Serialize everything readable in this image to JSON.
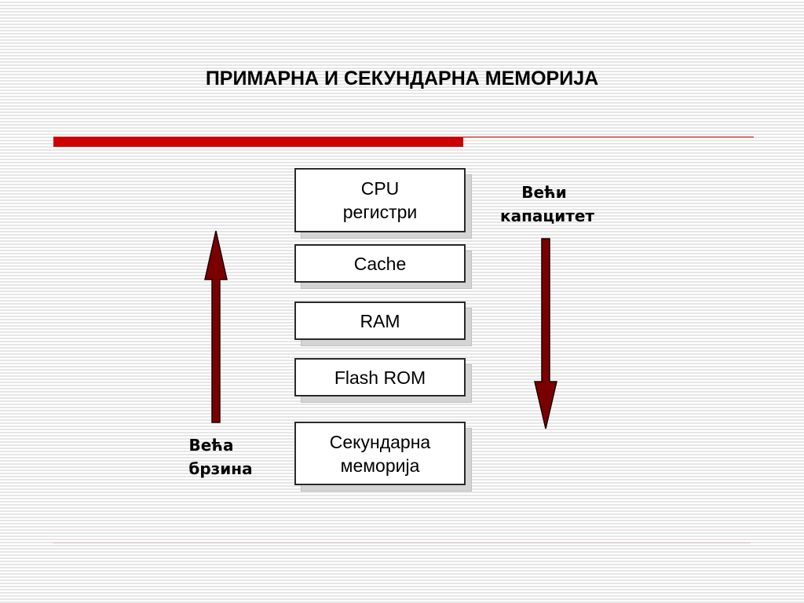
{
  "title": "ПРИМАРНА И СЕКУНДАРНА МЕМОРИЈА",
  "hierarchy": [
    {
      "lines": [
        "CPU",
        "регистри"
      ]
    },
    {
      "lines": [
        "Cache"
      ]
    },
    {
      "lines": [
        "RAM"
      ]
    },
    {
      "lines": [
        "Flash ROM"
      ]
    },
    {
      "lines": [
        "Секундарна",
        "меморија"
      ]
    }
  ],
  "speed_label": {
    "line1": "Већа",
    "line2": "брзина"
  },
  "capacity_label": {
    "line1": "Већи",
    "line2": "капацитет"
  },
  "colors": {
    "accent_red": "#cc0000",
    "arrow_fill": "#7a0000"
  }
}
